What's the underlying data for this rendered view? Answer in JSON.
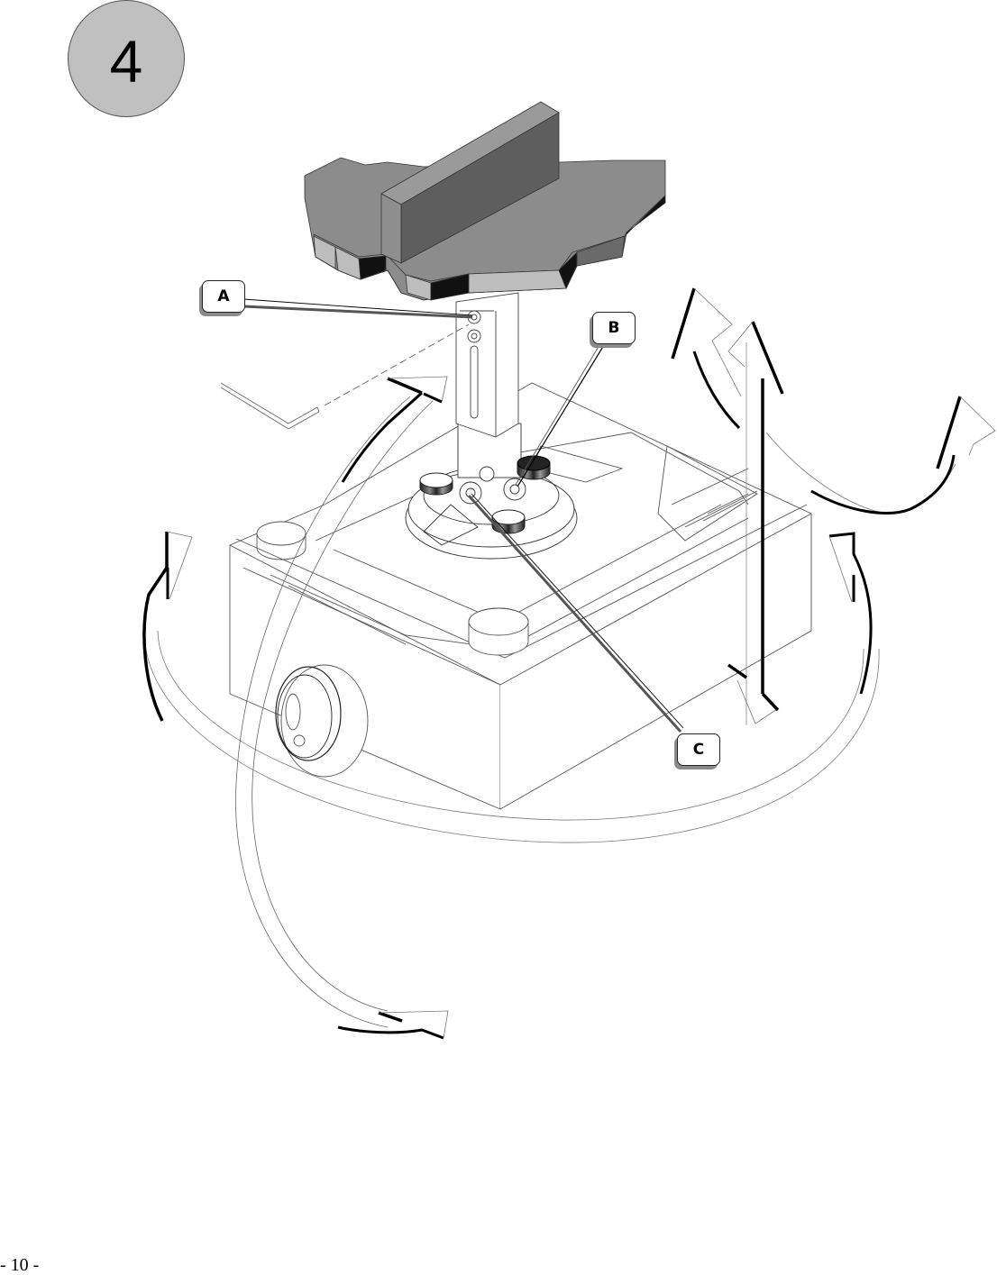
{
  "page": {
    "step_number": "4",
    "page_number": "- 10 -"
  },
  "callouts": [
    {
      "id": "A",
      "label": "A"
    },
    {
      "id": "B",
      "label": "B"
    },
    {
      "id": "C",
      "label": "C"
    }
  ],
  "illustration": {
    "subject": "projector-ceiling-mount-adjustment",
    "parts": [
      "ceiling-plate",
      "extension-column",
      "height-set-screws",
      "tilt-knobs",
      "mount-spider",
      "projector",
      "hex-key"
    ],
    "motion_arrows": [
      "horizontal-rotation",
      "vertical-tilt",
      "swivel",
      "height-extension",
      "roll"
    ],
    "colors": {
      "badge_fill": "#c0c0c0",
      "plate_top": "#8c8c8c",
      "plate_dark": "#5a5a5a",
      "plate_side": "#bdbdbd",
      "line": "#000000",
      "callout_shadow": "#8a8a8a"
    }
  }
}
